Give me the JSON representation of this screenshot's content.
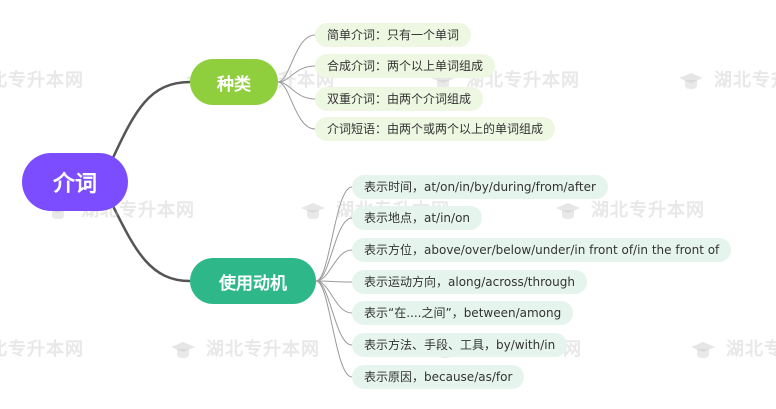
{
  "watermark": "湖北专升本网",
  "root": {
    "label": "介词"
  },
  "branches": [
    {
      "label": "种类",
      "color": "#8fcf3d",
      "leaf_bg": "#eef7e2",
      "items": [
        "简单介词：只有一个单词",
        "合成介词：两个以上单词组成",
        "双重介词：由两个介词组成",
        "介词短语：由两个或两个以上的单词组成"
      ]
    },
    {
      "label": "使用动机",
      "color": "#2eb88a",
      "leaf_bg": "#e6f4ee",
      "items": [
        "表示时间，at/on/in/by/during/from/after",
        "表示地点，at/in/on",
        "表示方位，above/over/below/under/in front of/in the front of",
        "表示运动方向，along/across/through",
        "表示“在....之间”，between/among",
        "表示方法、手段、工具，by/with/in",
        "表示原因，because/as/for"
      ]
    }
  ],
  "colors": {
    "root": "#7c4dff",
    "line": "#555555",
    "leaf_line": "#9a9a9a"
  }
}
